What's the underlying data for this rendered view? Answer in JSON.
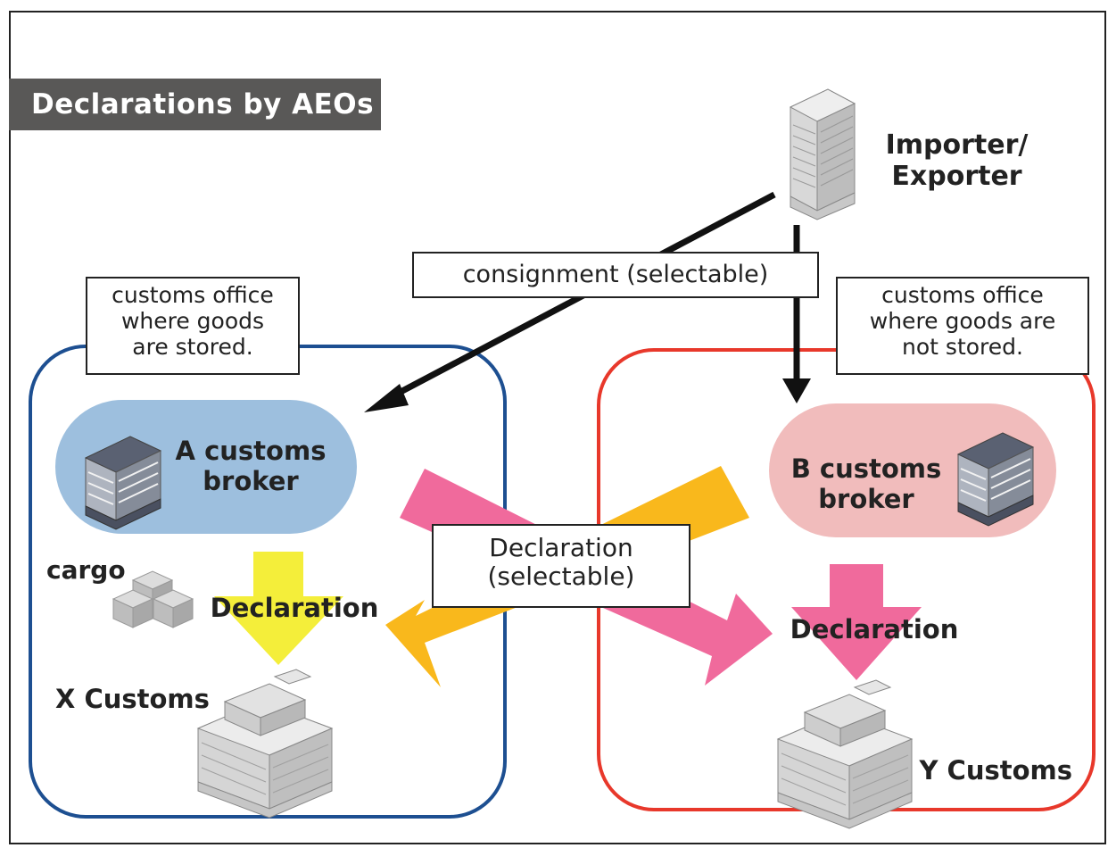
{
  "title": "Declarations by AEOs",
  "importer_exporter": "Importer/\nExporter",
  "consignment_label": "consignment (selectable)",
  "stored_office_note": "customs office\nwhere goods\nare stored.",
  "not_stored_office_note": "customs office\nwhere goods are\nnot stored.",
  "a_broker": "A customs\nbroker",
  "b_broker": "B customs\nbroker",
  "cargo": "cargo",
  "declaration_left": "Declaration",
  "declaration_right": "Declaration",
  "declaration_selectable": "Declaration\n(selectable)",
  "x_customs": "X Customs",
  "y_customs": "Y Customs",
  "colors": {
    "stored_region_border": "#1d4f91",
    "not_stored_region_border": "#e8382b",
    "a_broker_fill": "#9dbfde",
    "b_broker_fill": "#f1bcbc",
    "pink_arrow": "#f06a9c",
    "orange_arrow": "#f9b81c",
    "yellow_arrow": "#f4ee3a",
    "title_banner": "#595857"
  },
  "icons": [
    "office-building-icon",
    "broker-building-icon",
    "cargo-boxes-icon",
    "customs-building-icon"
  ]
}
